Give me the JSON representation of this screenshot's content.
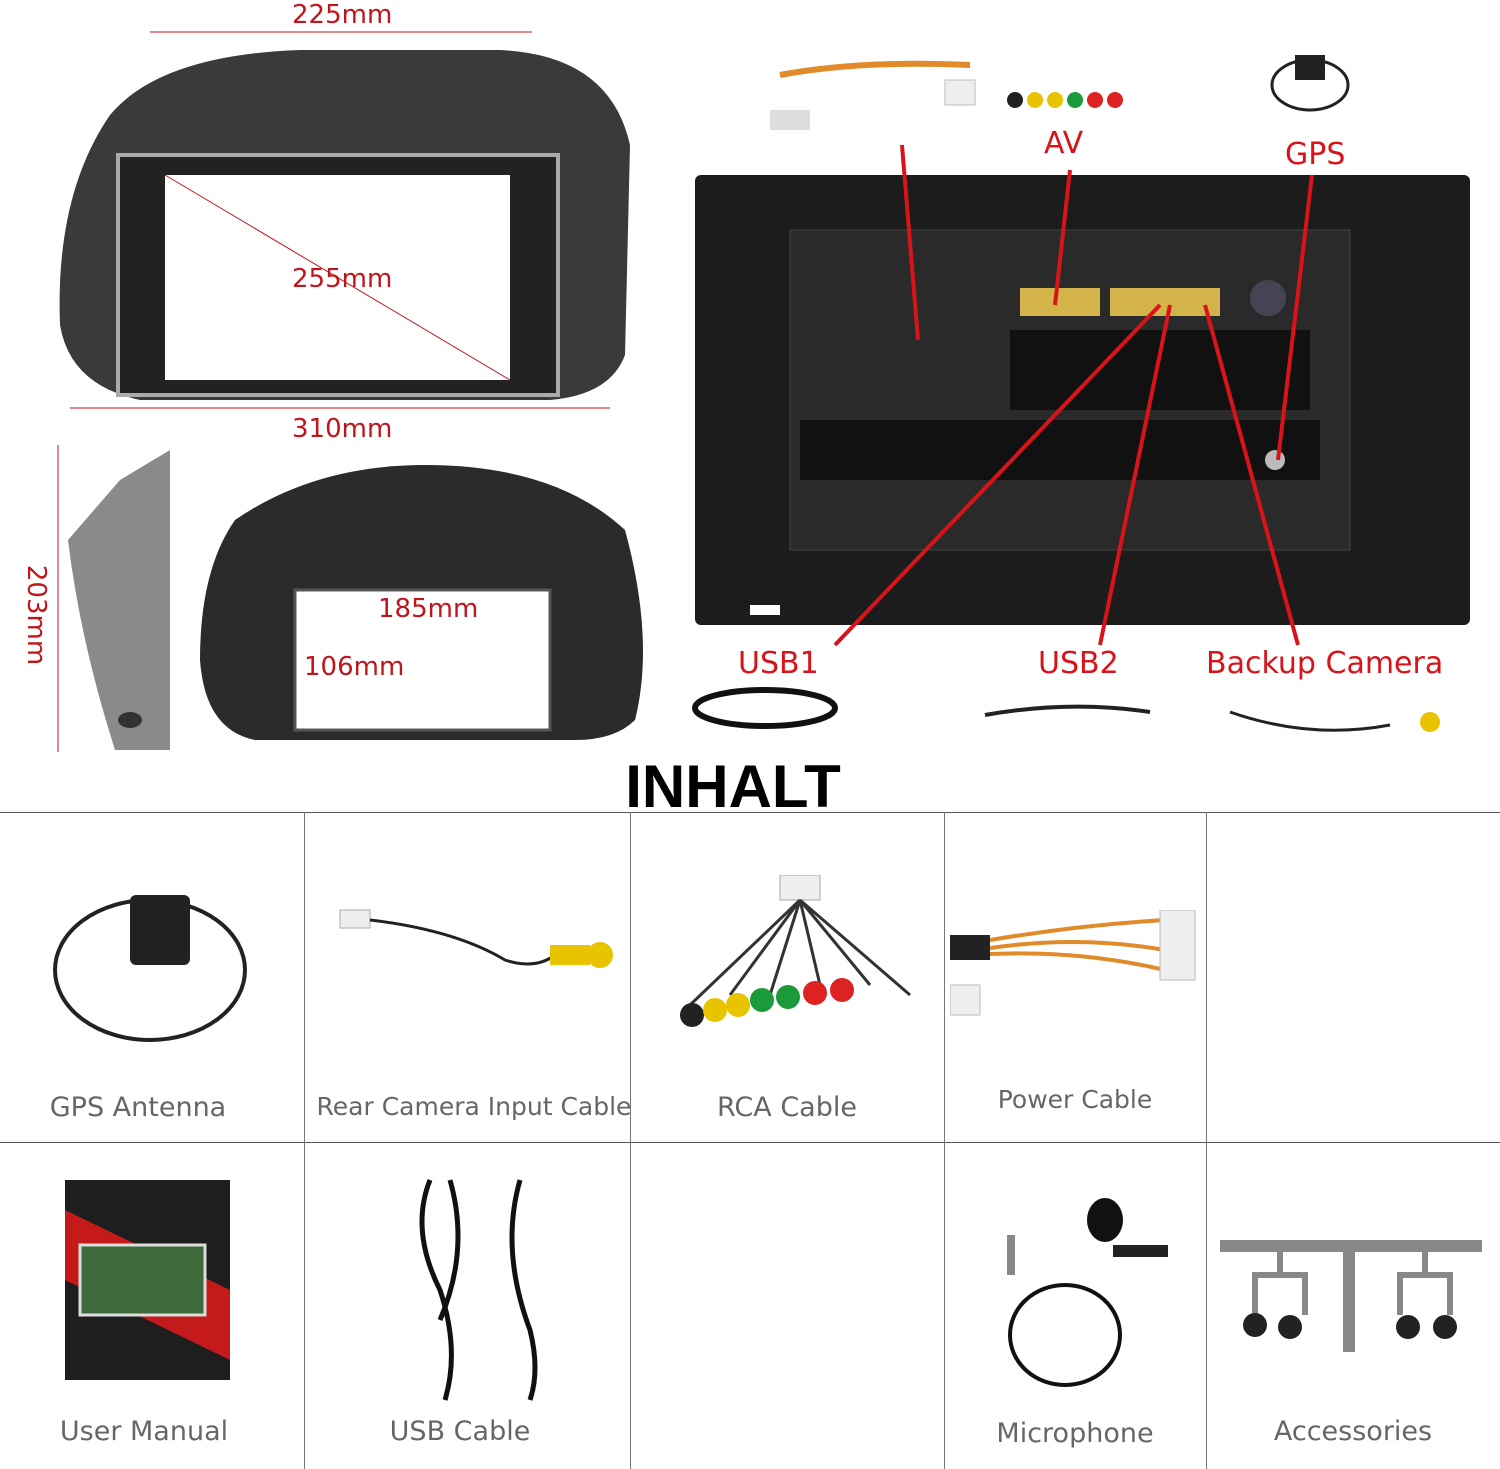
{
  "dimensions": {
    "top_width": "225mm",
    "diagonal": "255mm",
    "bottom_width": "310mm",
    "height": "203mm",
    "opening_width": "185mm",
    "opening_height": "106mm"
  },
  "connectors": {
    "av": "AV",
    "gps": "GPS",
    "usb1": "USB1",
    "usb2": "USB2",
    "backup_camera": "Backup Camera"
  },
  "contents_title": "INHALT",
  "contents": [
    {
      "label": "GPS Antenna"
    },
    {
      "label": "Rear Camera Input Cable"
    },
    {
      "label": "RCA Cable"
    },
    {
      "label": "Power Cable"
    },
    {
      "label": ""
    },
    {
      "label": "User Manual"
    },
    {
      "label": "USB Cable"
    },
    {
      "label": ""
    },
    {
      "label": "Microphone"
    },
    {
      "label": "Accessories"
    }
  ],
  "colors": {
    "annotation": "#d8141a",
    "frame": "#2a2a2a"
  }
}
